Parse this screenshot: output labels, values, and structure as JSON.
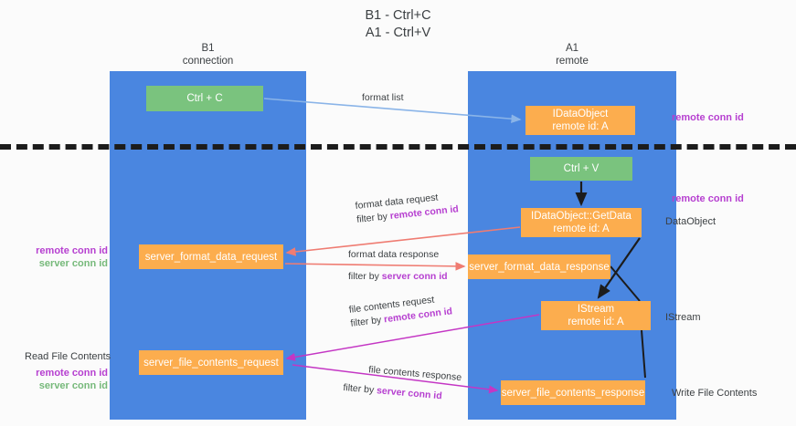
{
  "title": {
    "line1": "B1 - Ctrl+C",
    "line2": "A1 - Ctrl+V"
  },
  "lanes": [
    {
      "id": "b1",
      "name": "B1",
      "subtitle": "connection",
      "color": "#4a86e0"
    },
    {
      "id": "a1",
      "name": "A1",
      "subtitle": "remote",
      "color": "#4a86e0"
    }
  ],
  "colors": {
    "lane": "#4a86e0",
    "green_node": "#7ac37e",
    "orange_node": "#fcad4e",
    "purple_text": "#b63fd0",
    "green_text": "#76b97a",
    "divider": "#1c1c1c",
    "arrow_blue": "#8ab4e8",
    "arrow_red": "#ef7c72",
    "arrow_magenta": "#c436c4",
    "arrow_black": "#1c1c1c"
  },
  "nodes": {
    "ctrl_c": {
      "label": "Ctrl + C",
      "style": "green"
    },
    "idataobject": {
      "label": "IDataObject",
      "sublabel": "remote id: A",
      "style": "orange"
    },
    "ctrl_v": {
      "label": "Ctrl + V",
      "style": "green"
    },
    "getdata": {
      "label": "IDataObject::GetData",
      "sublabel": "remote id: A",
      "style": "orange"
    },
    "server_format_data_request": {
      "label": "server_format_data_request",
      "style": "orange"
    },
    "server_format_data_response": {
      "label": "server_format_data_response",
      "style": "orange"
    },
    "istream": {
      "label": "IStream",
      "sublabel": "remote id: A",
      "style": "orange"
    },
    "server_file_contents_request": {
      "label": "server_file_contents_request",
      "style": "orange"
    },
    "server_file_contents_response": {
      "label": "server_file_contents_response",
      "style": "orange"
    }
  },
  "edge_labels": {
    "format_list": "format list",
    "format_data_request": "format data request",
    "format_data_request_filter_prefix": "filter by ",
    "format_data_request_filter_key": "remote conn id",
    "format_data_response": "format data response",
    "format_data_response_filter_prefix": "filter by ",
    "format_data_response_filter_key": "server conn id",
    "file_contents_request": "file contents request",
    "file_contents_request_filter_prefix": "filter by ",
    "file_contents_request_filter_key": "remote conn id",
    "file_contents_response": "file contents response",
    "file_contents_response_filter_prefix": "filter by ",
    "file_contents_response_filter_key": "server conn id"
  },
  "annotations": {
    "right_remote_conn_id_top": "remote conn id",
    "right_remote_conn_id_mid": "remote conn id",
    "right_dataobject": "DataObject",
    "right_istream": "IStream",
    "right_write_file_contents": "Write File Contents",
    "left_remote_conn_id_mid": "remote conn id",
    "left_server_conn_id_mid": "server conn id",
    "left_read_file_contents": "Read File Contents",
    "left_remote_conn_id_bottom": "remote conn id",
    "left_server_conn_id_bottom": "server conn id"
  }
}
